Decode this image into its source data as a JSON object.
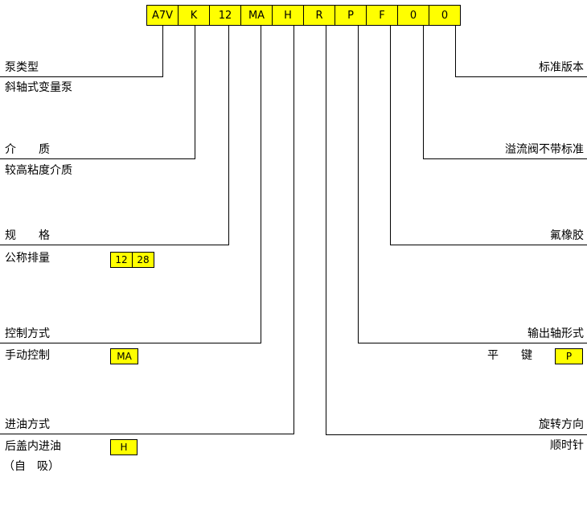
{
  "code_cells": [
    "A7V",
    "K",
    "12",
    "MA",
    "H",
    "R",
    "P",
    "F",
    "0",
    "0"
  ],
  "left": {
    "pump_type": {
      "title": "泵类型",
      "value": "斜轴式变量泵"
    },
    "medium": {
      "title": "介　　质",
      "value": "较高粘度介质"
    },
    "spec": {
      "title": "规　　格",
      "value": "公称排量",
      "options": [
        "12",
        "28"
      ]
    },
    "control": {
      "title": "控制方式",
      "value": "手动控制",
      "code": "MA"
    },
    "oil_inlet": {
      "title": "进油方式",
      "value": "后盖内进油",
      "note": "（自　吸）",
      "code": "H"
    }
  },
  "right": {
    "standard_version": {
      "title": "标准版本"
    },
    "relief_valve": {
      "title": "溢流阀不带标准"
    },
    "seal": {
      "title": "氟橡胶"
    },
    "output_shaft": {
      "title": "输出轴形式",
      "value": "平　　键",
      "code": "P"
    },
    "rotation": {
      "title": "旋转方向",
      "value": "顺时针"
    }
  },
  "colors": {
    "highlight": "#ffff00",
    "line": "#000000"
  }
}
